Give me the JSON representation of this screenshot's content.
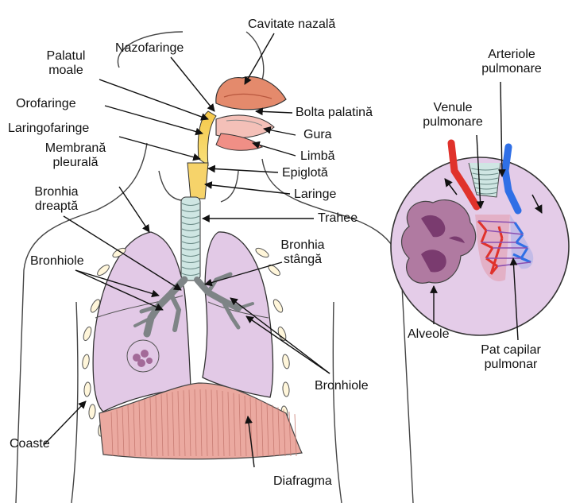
{
  "labels": {
    "cavitate_nazala": "Cavitate nazală",
    "nazofaringe": "Nazofaringe",
    "palatul_moale": [
      "Palatul",
      "moale"
    ],
    "orofaringe": "Orofaringe",
    "laringofaringe": "Laringofaringe",
    "membrana_pleurala": [
      "Membrană",
      "pleurală"
    ],
    "bronhia_dreapta": [
      "Bronhia",
      "dreaptă"
    ],
    "bronhiole_left": "Bronhiole",
    "coaste": "Coaste",
    "bolta_palatina": "Bolta palatină",
    "gura": "Gura",
    "limba": "Limbă",
    "epiglota": "Epiglotă",
    "laringe": "Laringe",
    "trahee": "Trahee",
    "bronhia_stanga": [
      "Bronhia",
      "stângă"
    ],
    "bronhiole_right": "Bronhiole",
    "diafragma": "Diafragma",
    "arteriole_pulmonare": [
      "Arteriole",
      "pulmonare"
    ],
    "venule_pulmonare": [
      "Venule",
      "pulmonare"
    ],
    "alveole": "Alveole",
    "pat_capilar": [
      "Pat capilar",
      "pulmonar"
    ]
  },
  "colors": {
    "lung_fill": "#e2c9e6",
    "diaphragm": "#eba9a0",
    "nasal": "#e48a6c",
    "pharynx": "#f6c84a",
    "trachea": "#cfe6e3",
    "bronchi": "#8b8f91",
    "artery": "#e0322b",
    "vein": "#2f6fe6",
    "alveoli": "#b07aa1",
    "inset_bg": "#e4cce8"
  }
}
